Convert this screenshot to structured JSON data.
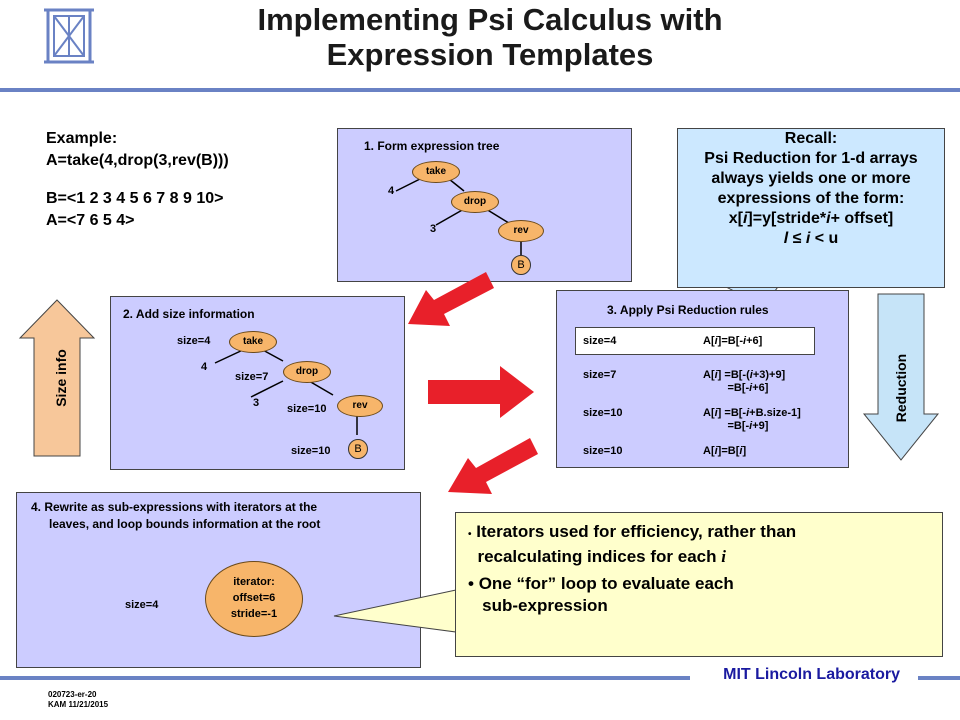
{
  "slide": {
    "title_line1": "Implementing Psi Calculus with",
    "title_line2": "Expression Templates",
    "lab_name": "MIT Lincoln Laboratory",
    "footer_line1": "020723-er-20",
    "footer_line2": "KAM 11/21/2015"
  },
  "example": {
    "heading": "Example:",
    "expr": "A=take(4,drop(3,rev(B)))",
    "b_value": "B=<1 2 3 4 5 6 7 8 9 10>",
    "a_value": "A=<7 6 5 4>"
  },
  "panel1": {
    "title": "1. Form expression tree",
    "take": "take",
    "drop": "drop",
    "rev": "rev",
    "b": "B",
    "edge_4": "4",
    "edge_3": "3"
  },
  "recall": {
    "l1": "Recall:",
    "l2": "Psi Reduction for 1-d arrays",
    "l3": "always yields one or more",
    "l4": "expressions of the form:",
    "l5a": "x[",
    "l5i": "i",
    "l5b": "]=y[stride*",
    "l5i2": "i",
    "l5c": "+ offset]",
    "l6a": "l",
    "l6b": " ≤ ",
    "l6i": "i",
    "l6c": " < u"
  },
  "panel2": {
    "title": "2. Add size information",
    "size_take": "size=4",
    "size_drop": "size=7",
    "size_rev": "size=10",
    "size_b": "size=10",
    "take": "take",
    "drop": "drop",
    "rev": "rev",
    "b": "B",
    "edge_4": "4",
    "edge_3": "3"
  },
  "side": {
    "left_label": "Size info",
    "right_label": "Reduction"
  },
  "panel3": {
    "title": "3. Apply Psi Reduction rules",
    "rows": [
      {
        "size": "size=4",
        "f1": "A[",
        "f2": "]=B[-",
        "f3": "+6]",
        "l2": ""
      },
      {
        "size": "size=7",
        "f1": "A[",
        "f2": "] =B[-(",
        "f3": "+3)+9]",
        "l2a": "=B[-",
        "l2b": "+6]"
      },
      {
        "size": "size=10",
        "f1": "A[",
        "f2": "] =B[-",
        "f3": "+B.size-1]",
        "l2a": "=B[-",
        "l2b": "+9]"
      },
      {
        "size": "size=10",
        "f1": "A[",
        "f2": "]=B[",
        "f3": "]",
        "l2": ""
      }
    ],
    "i": "i"
  },
  "panel4": {
    "title_l1": "4. Rewrite as sub-expressions with iterators at the",
    "title_l2": "leaves, and loop bounds information at the root",
    "size": "size=4",
    "iter_l1": "iterator:",
    "iter_l2": "offset=6",
    "iter_l3": "stride=-1"
  },
  "notes": {
    "b1": "Iterators used for efficiency, rather than",
    "b1_l2": "recalculating indices for each ",
    "b1_i": "i",
    "b2": "One “for” loop to evaluate each",
    "b2_l2": "sub-expression"
  },
  "colors": {
    "panel": "#ccccff",
    "recall": "#cce8ff",
    "note": "#ffffcc",
    "arrow": "#e8202a",
    "node": "#f7b56a",
    "side_arrow": "#f7c79a",
    "side_arrow_blue": "#c6e4f8"
  }
}
